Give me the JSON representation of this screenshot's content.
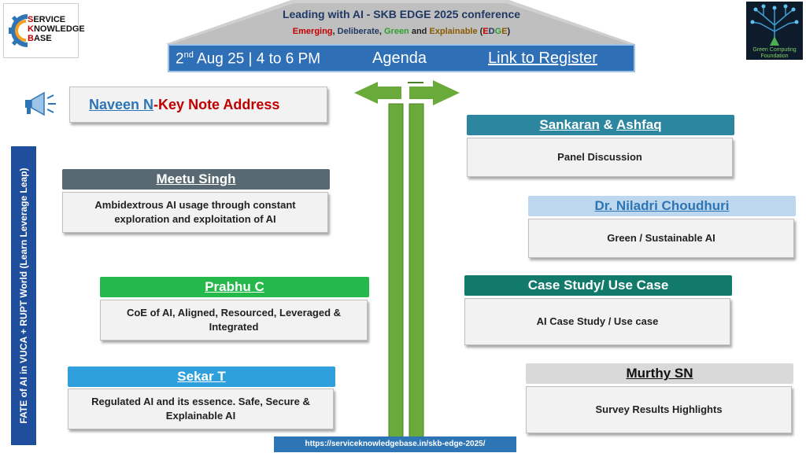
{
  "header": {
    "title": "Leading with AI - SKB EDGE 2025 conference",
    "subtitle": {
      "emerging": "Emerging",
      "sep1": ", ",
      "deliberate": "Deliberate",
      "sep2": ", ",
      "green": "Green",
      "and": " and ",
      "explainable": "Explainable",
      "open": " (",
      "e": "E",
      "d": "D",
      "g": "G",
      "e2": "E",
      "close": ")"
    }
  },
  "bar": {
    "date_day": "2",
    "date_sup": "nd",
    "date_rest": " Aug 25 | 4 to 6 PM",
    "agenda": "Agenda",
    "register_link": "Link to Register"
  },
  "logos": {
    "left_line1": "ERVICE",
    "left_s1": "S",
    "left_line2": "NOWLEDGE",
    "left_k": "K",
    "left_line3": "ASE",
    "left_b": "B",
    "right_label": "Green Computing Foundation"
  },
  "keynote": {
    "name": "Naveen N",
    "sep": " - ",
    "title": "Key Note Address"
  },
  "sessions_left": [
    {
      "speaker": "Meetu Singh",
      "topic": "Ambidextrous AI usage through constant exploration and exploitation of AI"
    },
    {
      "speaker": "Prabhu C",
      "topic": "CoE of AI, Aligned, Resourced, Leveraged & Integrated"
    },
    {
      "speaker": "Sekar T",
      "topic": "Regulated AI and its essence. Safe, Secure & Explainable AI"
    }
  ],
  "sessions_right": [
    {
      "speaker_a": "Sankaran",
      "amp": " & ",
      "speaker_b": "Ashfaq",
      "topic": "Panel Discussion"
    },
    {
      "speaker": "Dr. Niladri Choudhuri",
      "topic": "Green / Sustainable AI"
    },
    {
      "speaker": "Case Study/ Use Case",
      "topic": "AI Case Study / Use case"
    },
    {
      "speaker": "Murthy SN",
      "topic": "Survey Results Highlights"
    }
  ],
  "side_text": "FATE of AI in VUCA + RUPT World (Learn Leverage  Leap)",
  "footer_url": "https://serviceknowledgebase.in/skb-edge-2025/",
  "colors": {
    "bar_blue": "#2f6fb6",
    "arrow_green": "#6aaa3a",
    "meetu_head": "#596973",
    "prabhu_head": "#25b84a",
    "sekar_head": "#2fa0dc",
    "sankaran_head": "#2c86a0",
    "niladri_head": "#bdd7ee",
    "casestudy_head": "#127a6a",
    "murthy_head": "#d9d9d9"
  }
}
